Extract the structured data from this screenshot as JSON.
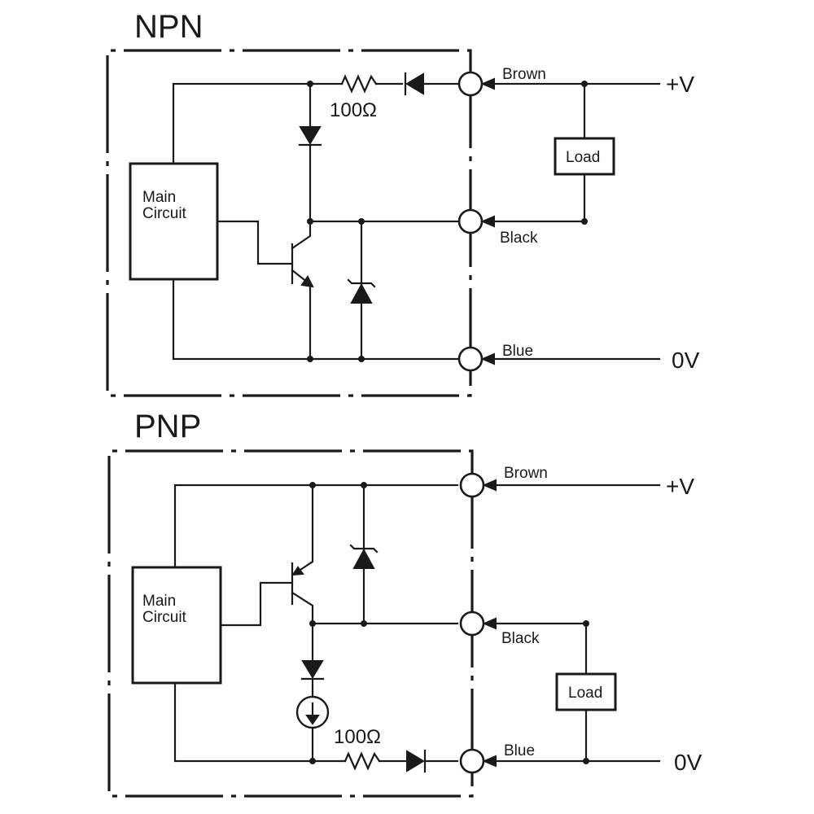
{
  "npn": {
    "title": "NPN",
    "main_circuit": [
      "Main",
      "Circuit"
    ],
    "resistor_label": "100Ω",
    "load_label": "Load",
    "wires": {
      "brown": "Brown",
      "black": "Black",
      "blue": "Blue"
    },
    "rails": {
      "positive": "+V",
      "zero": "0V"
    }
  },
  "pnp": {
    "title": "PNP",
    "main_circuit": [
      "Main",
      "Circuit"
    ],
    "resistor_label": "100Ω",
    "load_label": "Load",
    "wires": {
      "brown": "Brown",
      "black": "Black",
      "blue": "Blue"
    },
    "rails": {
      "positive": "+V",
      "zero": "0V"
    }
  }
}
